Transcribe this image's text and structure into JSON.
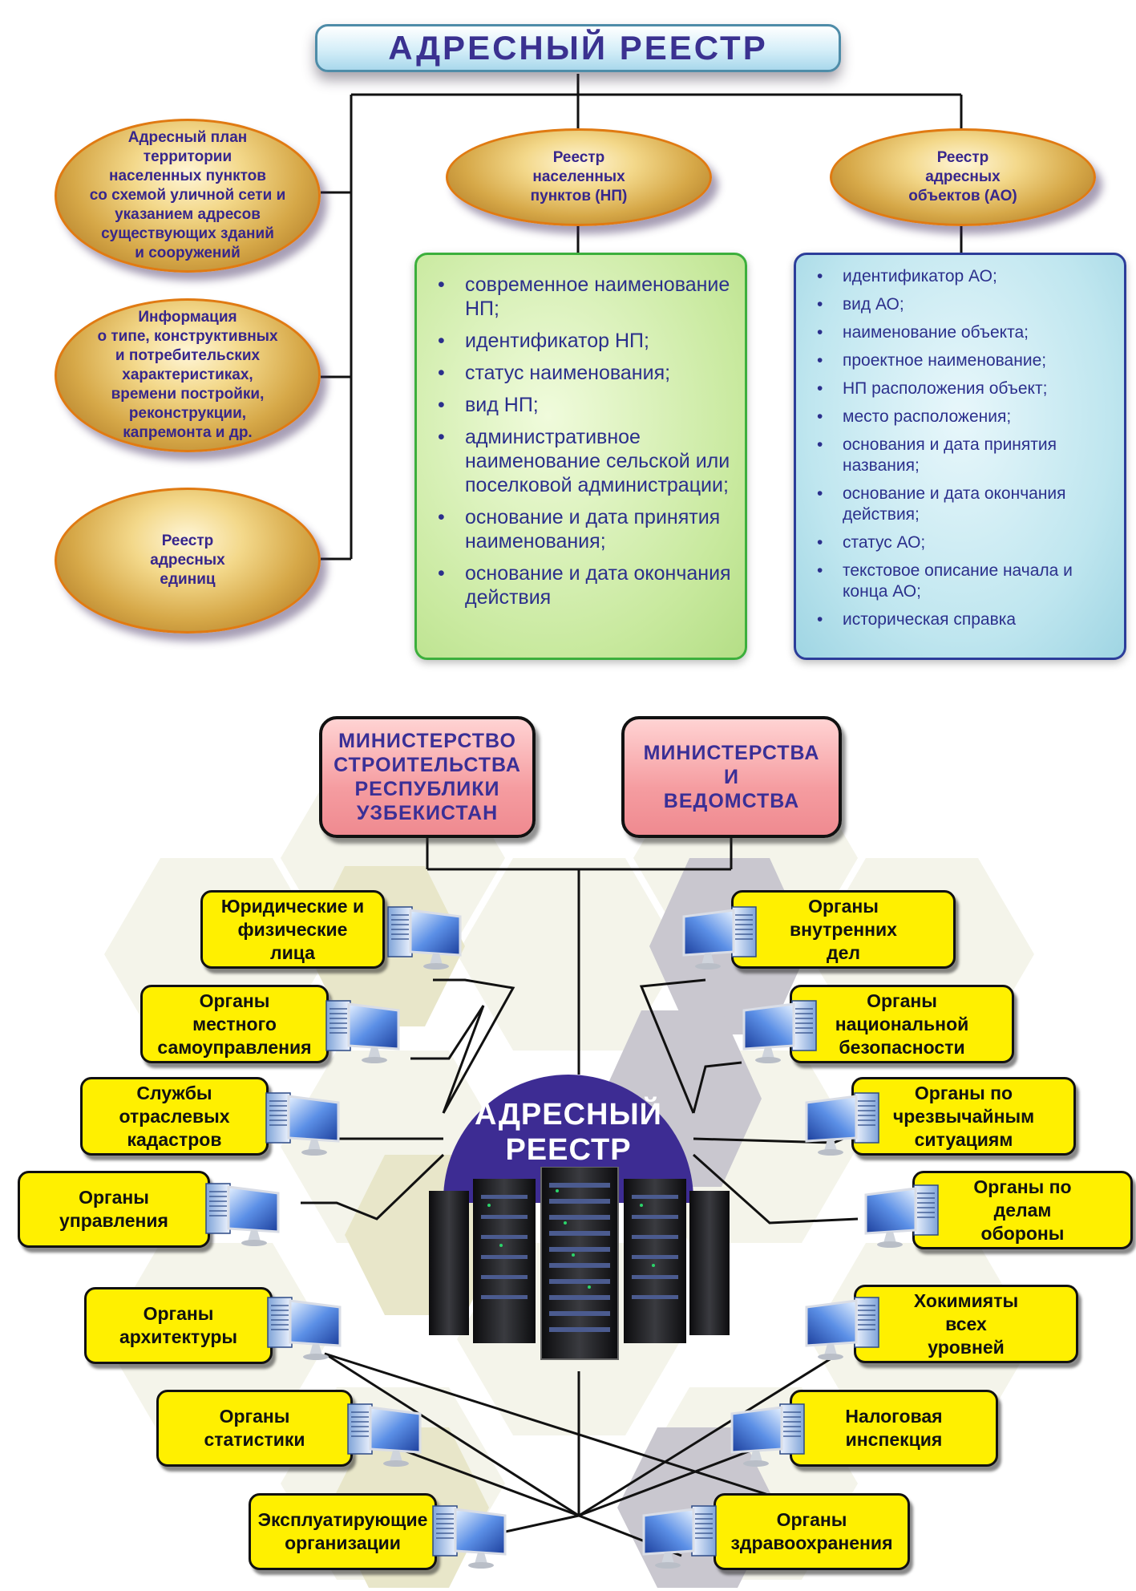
{
  "title": "АДРЕСНЫЙ РЕЕСТР",
  "left_ovals": [
    [
      "Адресный план",
      "территории",
      "населенных пунктов",
      "со схемой уличной сети и",
      "указанием адресов",
      "существующих зданий",
      "и сооружений"
    ],
    [
      "Информация",
      "о типе, конструктивных",
      "и потребительских",
      "характеристиках,",
      "времени постройки,",
      "реконструкции,",
      "капремонта и др."
    ],
    [
      "Реестр",
      "адресных",
      "единиц"
    ]
  ],
  "np": {
    "oval": [
      "Реестр",
      "населенных",
      "пунктов (НП)"
    ],
    "items": [
      "современное наименование НП;",
      "идентификатор НП;",
      "статус наименования;",
      "вид НП;",
      "административное наименование сельской или поселковой администрации;",
      "основание и дата принятия наименования;",
      "основание и дата окончания действия"
    ]
  },
  "ao": {
    "oval": [
      "Реестр",
      "адресных",
      "объектов (АО)"
    ],
    "items": [
      "идентификатор АО;",
      "вид АО;",
      "наименование объекта;",
      "проектное наименование;",
      "НП расположения объект;",
      "место расположения;",
      "основания и дата принятия названия;",
      "основание и дата окончания действия;",
      "статус АО;",
      "текстовое описание начала и конца АО;",
      "историческая справка"
    ]
  },
  "ministries": {
    "left": [
      "МИНИСТЕРСТВО",
      "СТРОИТЕЛЬСТВА",
      "РЕСПУБЛИКИ",
      "УЗБЕКИСТАН"
    ],
    "right": [
      "МИНИСТЕРСТВА",
      "И",
      "ВЕДОМСТВА"
    ]
  },
  "center": [
    "АДРЕСНЫЙ",
    "РЕЕСТР"
  ],
  "left_nodes": [
    [
      "Юридические и",
      "физические",
      "лица"
    ],
    [
      "Органы",
      "местного",
      "самоуправления"
    ],
    [
      "Службы",
      "отраслевых",
      "кадастров"
    ],
    [
      "Органы",
      "управления"
    ],
    [
      "Органы",
      "архитектуры"
    ],
    [
      "Органы",
      "статистики"
    ],
    [
      "Эксплуатирующие",
      "организации"
    ]
  ],
  "right_nodes": [
    [
      "Органы",
      "внутренних",
      "дел"
    ],
    [
      "Органы",
      "национальной",
      "безопасности"
    ],
    [
      "Органы по",
      "чрезвычайным",
      "ситуациям"
    ],
    [
      "Органы по",
      "делам",
      "обороны"
    ],
    [
      "Хокимияты",
      "всех",
      "уровней"
    ],
    [
      "Налоговая",
      "инспекция"
    ],
    [
      "Органы",
      "здравоохранения"
    ]
  ],
  "icons": {
    "computer": "computer-icon",
    "server": "server-rack-icon"
  },
  "colors": {
    "title_text": "#3a3190",
    "gold_text": "#37268c",
    "node_fill": "#fff000",
    "ministry_fill": "#f59ca0",
    "dome": "#3d2c93",
    "green_border": "#3caf3c",
    "blue_border": "#2c3d9a"
  }
}
